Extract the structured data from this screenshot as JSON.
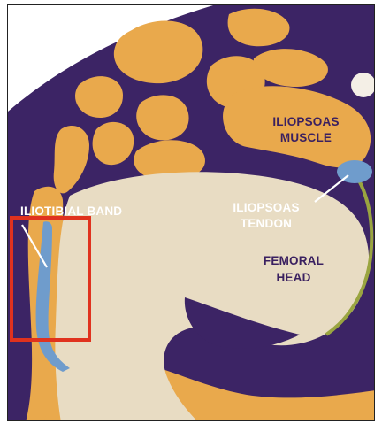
{
  "figure": {
    "colors": {
      "background": "#3c2465",
      "fat": "#e9a94c",
      "fat_highlight": "#f2c87a",
      "bone": "#e8dcc3",
      "tendon": "#6f9ccc",
      "cartilage_rim": "#9aa540",
      "highlight_box": "#e0321e"
    },
    "labels": {
      "iliopsoas_muscle_line1": "ILIOPSOAS",
      "iliopsoas_muscle_line2": "MUSCLE",
      "iliopsoas_tendon_line1": "ILIOPSOAS",
      "iliopsoas_tendon_line2": "TENDON",
      "iliotibial_band": "ILIOTIBIAL BAND",
      "femoral_head_line1": "FEMORAL",
      "femoral_head_line2": "HEAD"
    }
  }
}
